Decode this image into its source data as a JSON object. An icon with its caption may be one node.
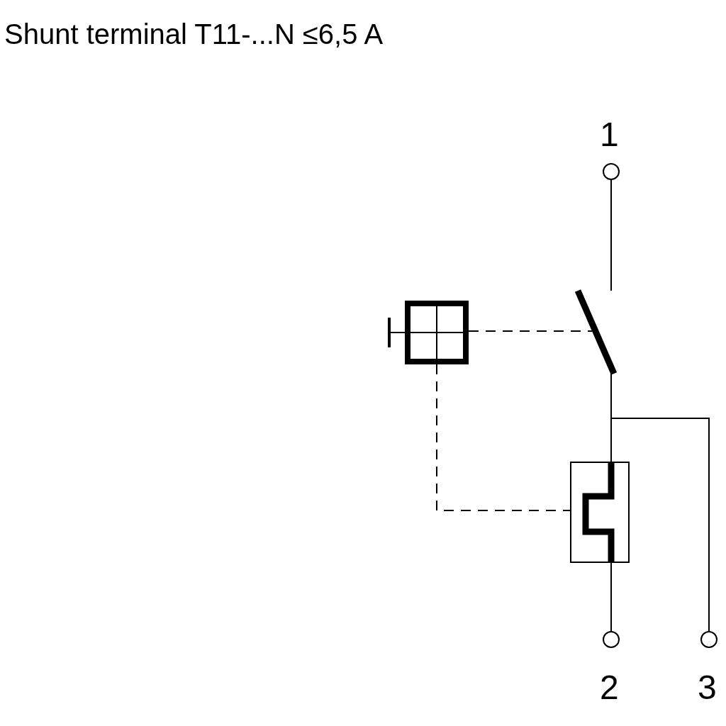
{
  "diagram": {
    "title": "Shunt terminal T11-...N ≤6,5 A",
    "labels": [
      "1",
      "2",
      "3"
    ]
  }
}
